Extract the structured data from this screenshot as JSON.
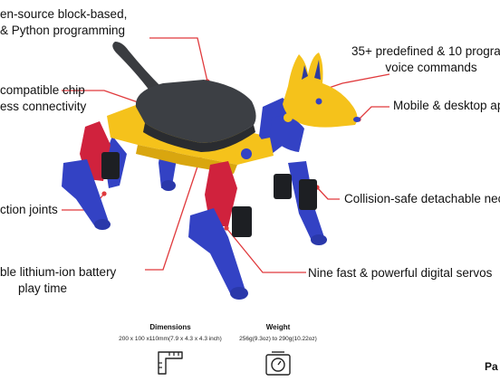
{
  "features": {
    "block_programming": [
      "en-source block-based,",
      "& Python programming"
    ],
    "chip": [
      "compatible chip",
      "ess connectivity"
    ],
    "predefined_commands": [
      "35+ predefined & 10 program",
      "voice commands"
    ],
    "apps": "Mobile & desktop ap",
    "neck": "Collision-safe detachable nec",
    "joints": "ction joints",
    "battery": [
      "ble lithium-ion battery",
      "play time"
    ],
    "servos": "Nine fast & powerful digital servos"
  },
  "specs": {
    "dimensions": {
      "title": "Dimensions",
      "value": "200 x 100 x110mm(7.9 x 4.3 x 4.3 inch)",
      "icon": "ruler-icon"
    },
    "weight": {
      "title": "Weight",
      "value": "256g(9.3oz) to 290g(10.22oz)",
      "icon": "scale-icon"
    }
  },
  "corner_text": "Pa",
  "colors": {
    "callout_line": "#e0393c",
    "body_yellow": "#f5c21b",
    "body_blue": "#3546c9",
    "body_red": "#d0223d",
    "shell_dark": "#3c3f44"
  }
}
